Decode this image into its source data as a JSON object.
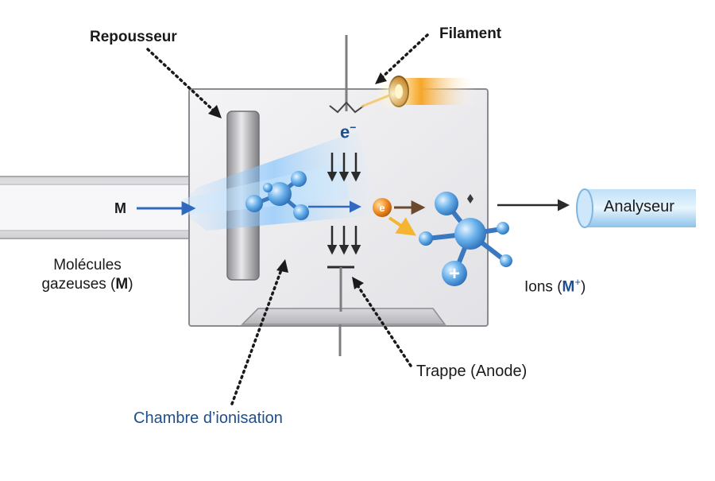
{
  "labels": {
    "repousseur": "Repousseur",
    "filament": "Filament",
    "electron": "e",
    "electron_sup": "−",
    "electron_ball": "e",
    "m_input": "M",
    "molecules_line1": "Molécules",
    "molecules_line2_prefix": "gazeuses (",
    "molecules_line2_m": "M",
    "molecules_line2_suffix": ")",
    "ions_prefix": "Ions (",
    "ions_m": "M",
    "ions_plus": "+",
    "ions_suffix": ")",
    "analyseur": "Analyseur",
    "trappe": "Trappe (Anode)",
    "chambre": "Chambre d’ionisation",
    "ion_plus_sign": "+"
  },
  "colors": {
    "chamber_fill": "#ececef",
    "chamber_stroke": "#8a8a90",
    "beam_blue": "#2f6ac0",
    "atom_blue": "#5aa6e8",
    "electron_orange": "#e07b1a",
    "filament_glow": "#f7a72b",
    "label_blue": "#1f4e8c"
  },
  "icons": [
    "molecule-icon",
    "ion-molecule-icon",
    "electron-icon",
    "arrow-icon"
  ]
}
